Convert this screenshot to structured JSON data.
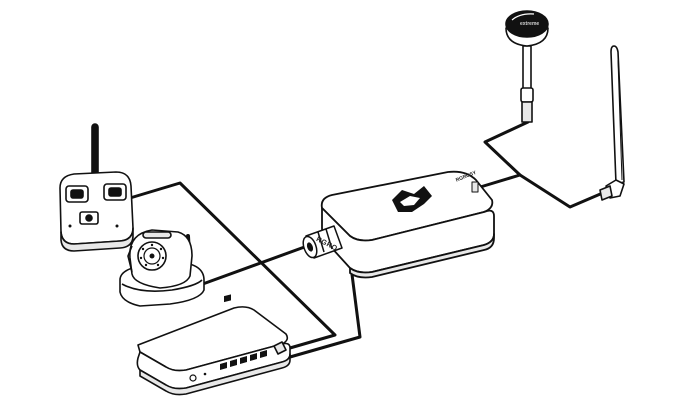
{
  "diagram": {
    "nodes": [
      {
        "id": "remote-controller",
        "name": "remote controller"
      },
      {
        "id": "ip-camera",
        "name": "IP camera"
      },
      {
        "id": "network-switch",
        "name": "network switch"
      },
      {
        "id": "video-device",
        "name": "video device",
        "label": "RGRO",
        "side_label": "RGROSY"
      },
      {
        "id": "omni-antenna",
        "name": "omni antenna",
        "label": "extreme"
      },
      {
        "id": "whip-antenna",
        "name": "whip antenna"
      }
    ],
    "edges": [
      {
        "from": "remote-controller",
        "to": "network-switch"
      },
      {
        "from": "ip-camera",
        "to": "video-device"
      },
      {
        "from": "network-switch",
        "to": "video-device"
      },
      {
        "from": "video-device",
        "to": "omni-antenna"
      },
      {
        "from": "video-device",
        "to": "whip-antenna"
      }
    ]
  },
  "colors": {
    "stroke": "#111111",
    "fill": "#ffffff",
    "shade": "#e8e8e8",
    "background": "#ffffff"
  }
}
